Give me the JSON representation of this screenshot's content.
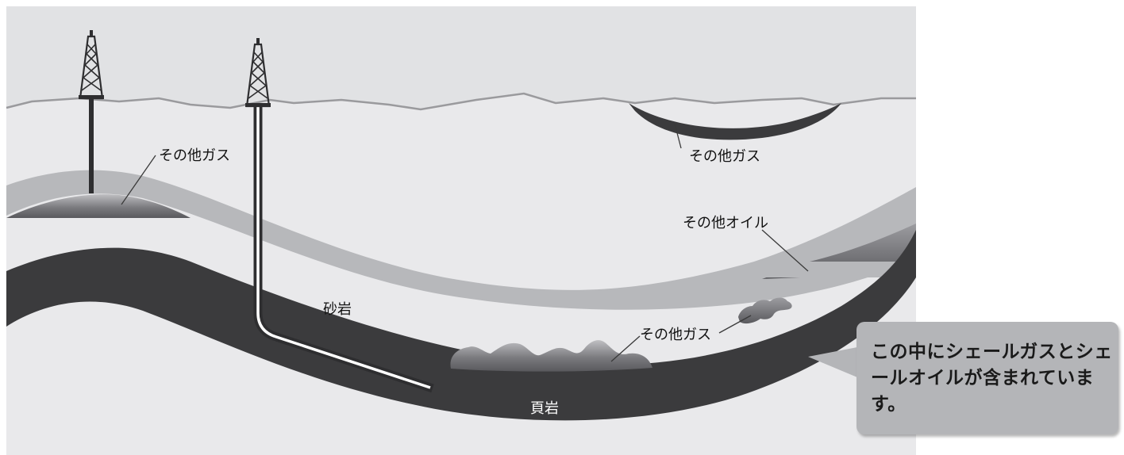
{
  "labels": {
    "gas_left": "その他ガス",
    "gas_top_right": "その他ガス",
    "oil_right": "その他オイル",
    "sandstone": "砂岩",
    "gas_bottom": "その他ガス",
    "shale": "頁岩"
  },
  "callout": {
    "text": "この中にシェールガスとシェールオイルが含まれています。"
  },
  "colors": {
    "background": "#e9e9eb",
    "sky": "#e2e3e5",
    "sandstone_layer": "#b6b7ba",
    "shale_layer": "#3b3b3d",
    "gas_pocket": "#6e6e72",
    "callout_bg": "#b4b5b8"
  },
  "icons": [
    "drilling-rig-icon",
    "drilling-rig-icon"
  ]
}
